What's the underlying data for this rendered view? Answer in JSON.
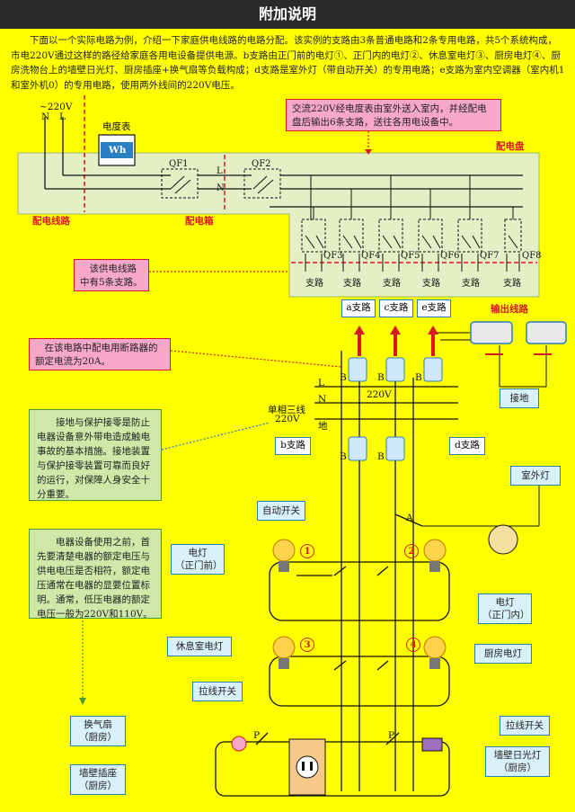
{
  "title": "附加说明",
  "intro": "下面以一个实际电路为例，介绍一下家庭供电线路的电路分配。该实例的支路由3条普通电路和2条专用电路，共5个系统构成，市电220V通过这样的路径给家庭各用电设备提供电源。b支路由正门前的电灯①、正门内的电灯②、休息室电灯③、厨房电灯④、厨房洗物台上的墙壁日光灯、厨房插座+换气扇等负载构成；d支路是室外灯（带自动开关）的专用电路；e支路为室内空调器（室内机1和室外机0）的专用电路，使用两外线间的220V电压。",
  "labels": {
    "supply_voltage": "~220V",
    "n": "N",
    "l": "L",
    "meter": "电度表",
    "meter_wh": "Wh",
    "qf1": "QF1",
    "qf2": "QF2",
    "qf3": "QF3",
    "qf4": "QF4",
    "qf5": "QF5",
    "qf6": "QF6",
    "qf7": "QF7",
    "qf8": "QF8",
    "line_feed": "配电线路",
    "dist_box": "配电箱",
    "dist_panel": "配电盘",
    "branch": "支路",
    "output_line": "输出线路",
    "grounding": "接地",
    "voltage_220": "220V",
    "single_phase": "单相三线",
    "single_phase_v": "220V",
    "ground": "地",
    "b": "B",
    "auto_switch": "自动开关",
    "a_mark": "A",
    "p_mark": "P",
    "outdoor_light": "室外灯",
    "lamp_front_out": "电灯",
    "lamp_front_out_sub": "（正门前）",
    "lamp_front_in": "电灯",
    "lamp_front_in_sub": "（正门内）",
    "rest_lamp": "休息室电灯",
    "kitchen_lamp": "厨房电灯",
    "pull_switch_left": "拉线开关",
    "pull_switch_right": "拉线开关",
    "fan": "换气扇",
    "fan_sub": "（厨房）",
    "socket": "墙壁插座",
    "socket_sub": "（厨房）",
    "fluorescent": "墙壁日光灯",
    "fluorescent_sub": "（厨房）",
    "n1": "1",
    "n2": "2",
    "n3": "3",
    "n4": "4"
  },
  "notes": {
    "panel_note": "交流220V经电度表由室外送入室内，并经配电盘后输出6条支路，送往各用电设备中。",
    "branch_note": "该供电线路中有5条支路。",
    "breaker_note": "在该电路中配电用断路器的额定电流为20A。",
    "ground_note": "接地与保护接零是防止电器设备意外带电造成触电事故的基本措施。接地装置与保护接零装置可靠而良好的运行，对保障人身安全十分重要。",
    "voltage_note": "电器设备使用之前，首先要清楚电器的额定电压与供电电压是否相符，额定电压通常在电器的显要位置标明。通常，低压电器的额定电压一般为220V和110V。"
  },
  "branches": {
    "a": "a支路",
    "c": "c支路",
    "e": "e支路",
    "b": "b支路",
    "d": "d支路"
  },
  "colors": {
    "background": "#ffff00",
    "panel": "#e6f0c8",
    "red": "#d71920",
    "blue": "#2a7fc0"
  }
}
